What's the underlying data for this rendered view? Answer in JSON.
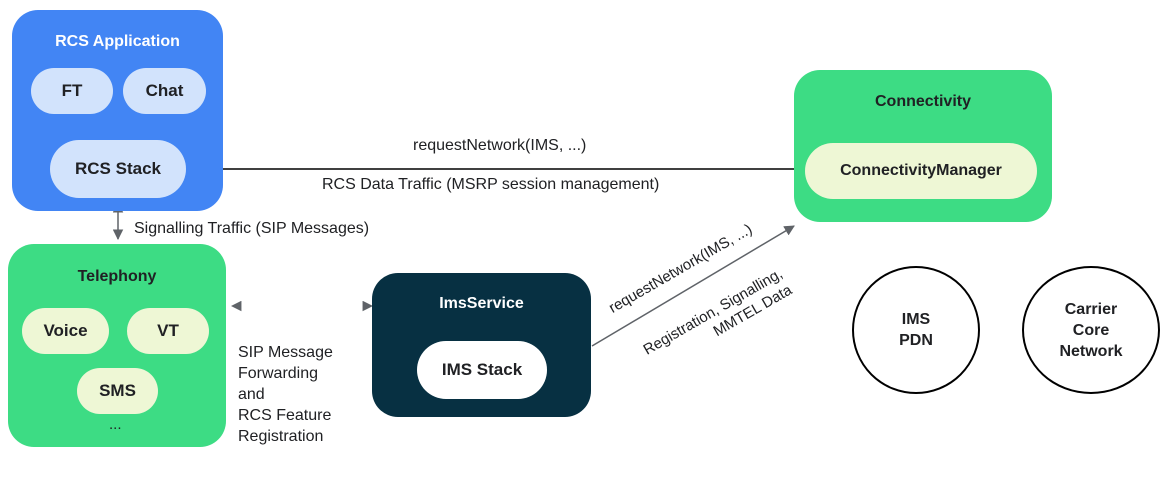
{
  "rcs_app": {
    "title": "RCS Application",
    "ft": "FT",
    "chat": "Chat",
    "stack": "RCS Stack"
  },
  "telephony": {
    "title": "Telephony",
    "voice": "Voice",
    "vt": "VT",
    "sms": "SMS",
    "more": "..."
  },
  "ims_service": {
    "title": "ImsService",
    "stack": "IMS Stack"
  },
  "connectivity": {
    "title": "Connectivity",
    "manager": "ConnectivityManager"
  },
  "circles": {
    "ims_pdn": "IMS\nPDN",
    "carrier": "Carrier\nCore\nNetwork"
  },
  "labels": {
    "request_network_top": "requestNetwork(IMS, ...)",
    "rcs_data_traffic": "RCS Data Traffic (MSRP session management)",
    "signalling": "Signalling Traffic (SIP Messages)",
    "sip_forwarding": "SIP Message\nForwarding\nand\nRCS Feature\nRegistration",
    "request_network_diag": "requestNetwork(IMS, ...)",
    "registration": "Registration, Signalling,\nMMTEL Data"
  },
  "colors": {
    "blue": "#4285f4",
    "light_blue": "#d2e3fc",
    "green": "#3ddc84",
    "light_green": "#eef7d5",
    "navy": "#073042",
    "white": "#ffffff",
    "line": "#5f6368"
  }
}
